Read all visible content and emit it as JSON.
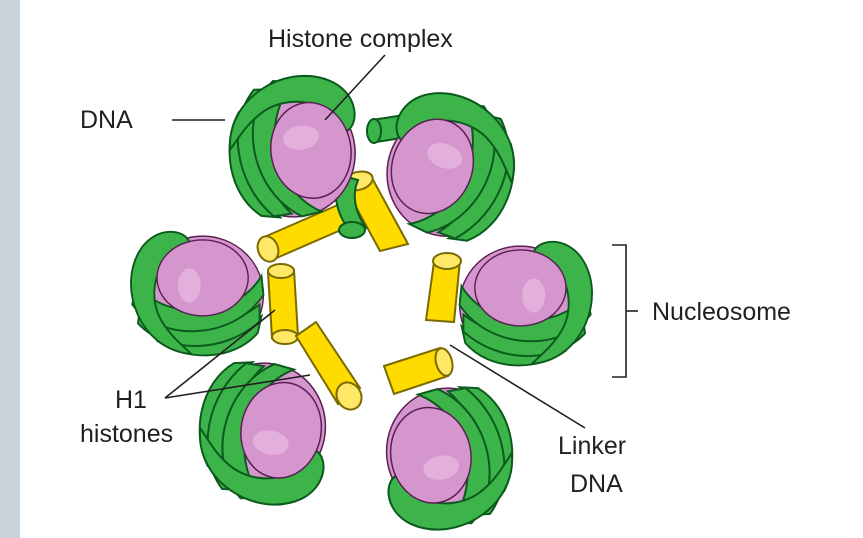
{
  "labels": {
    "histone_complex": "Histone complex",
    "dna": "DNA",
    "nucleosome": "Nucleosome",
    "h1_line1": "H1",
    "h1_line2": "histones",
    "linker_line1": "Linker",
    "linker_line2": "DNA"
  },
  "colors": {
    "background": "#c9d2da",
    "panel": "#ffffff",
    "dna_green": "#3cb449",
    "dna_outline": "#0b5a1d",
    "histone_pink": "#d596cd",
    "histone_pink_light": "#e6b6df",
    "h1_yellow": "#ffdb00",
    "h1_outline": "#7a6a00"
  }
}
